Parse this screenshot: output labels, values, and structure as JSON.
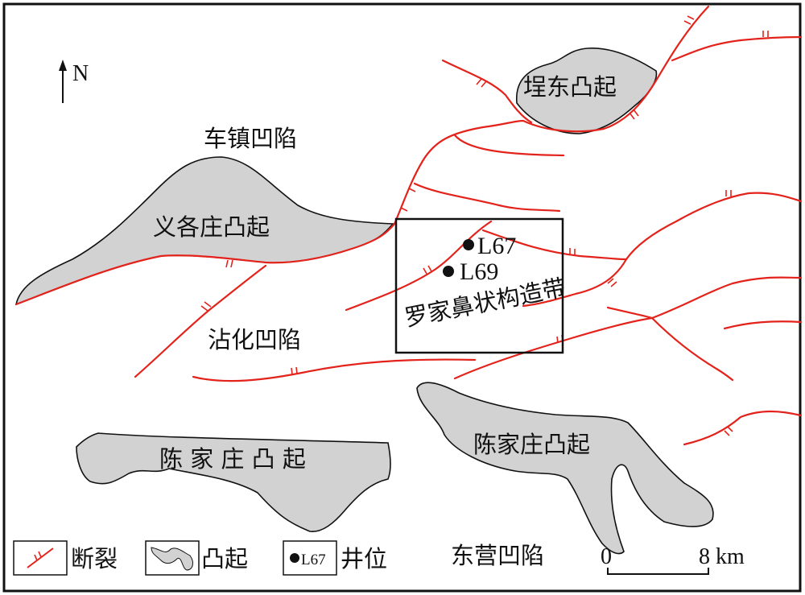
{
  "north_label": "N",
  "regions": {
    "chengdong_uplift": "埕东凸起",
    "chezhen_sag": "车镇凹陷",
    "yigezhuang_uplift": "义各庄凸起",
    "zhanhua_sag": "沾化凹陷",
    "luojia_nose": "罗家鼻状构造带",
    "chenjiazhuang_uplift_west": "陈 家 庄 凸 起",
    "chenjiazhuang_uplift_east": "陈家庄凸起",
    "dongying_sag": "东营凹陷"
  },
  "wells": [
    "L67",
    "L69"
  ],
  "legend": {
    "fault": "断裂",
    "uplift": "凸起",
    "well_sample": "L67",
    "well": "井位"
  },
  "scale": {
    "start": "0",
    "end": "8 km"
  },
  "colors": {
    "fault": "#e3231b",
    "uplift": "#d2d2d2"
  }
}
